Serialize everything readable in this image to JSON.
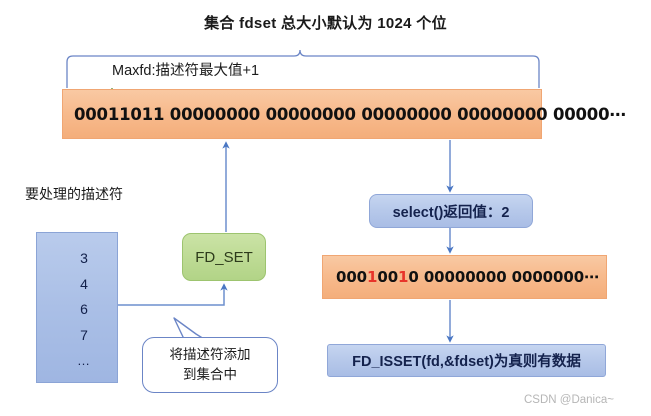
{
  "title": "集合 fdset 总大小默认为 1024 个位",
  "maxfd_label": "Maxfd:描述符最大值+1",
  "bitbar_top": {
    "bits": "00011011 00000000 00000000 00000000 00000000 00000⋯"
  },
  "bitbar_bottom": {
    "prefix": "000",
    "hot1": "1",
    "mid": "00",
    "hot2": "1",
    "suffix": "0 00000000 0000000⋯"
  },
  "fd_list": {
    "label": "要处理的描述符",
    "items": [
      "3",
      "4",
      "6",
      "7",
      "…"
    ]
  },
  "fd_set_box": {
    "label": "FD_SET"
  },
  "callout": {
    "line1": "将描述符添加",
    "line2": "到集合中"
  },
  "select_box": {
    "label": "select()返回值：2"
  },
  "isset_box": {
    "label": "FD_ISSET(fd,&fdset)为真则有数据"
  },
  "watermark": "CSDN @Danica~",
  "colors": {
    "bitbar_fill": "#f4ae7b",
    "bitbar_stroke": "#f0a673",
    "blue_fill": "#a9bde5",
    "blue_stroke": "#90a7d8",
    "green_fill": "#b2d487",
    "green_stroke": "#9dc46f",
    "arrow": "#4a77c4",
    "brace_blue": "#6b85c6",
    "brace_green": "#7a9e4e",
    "hot_bit": "#e8342a"
  }
}
